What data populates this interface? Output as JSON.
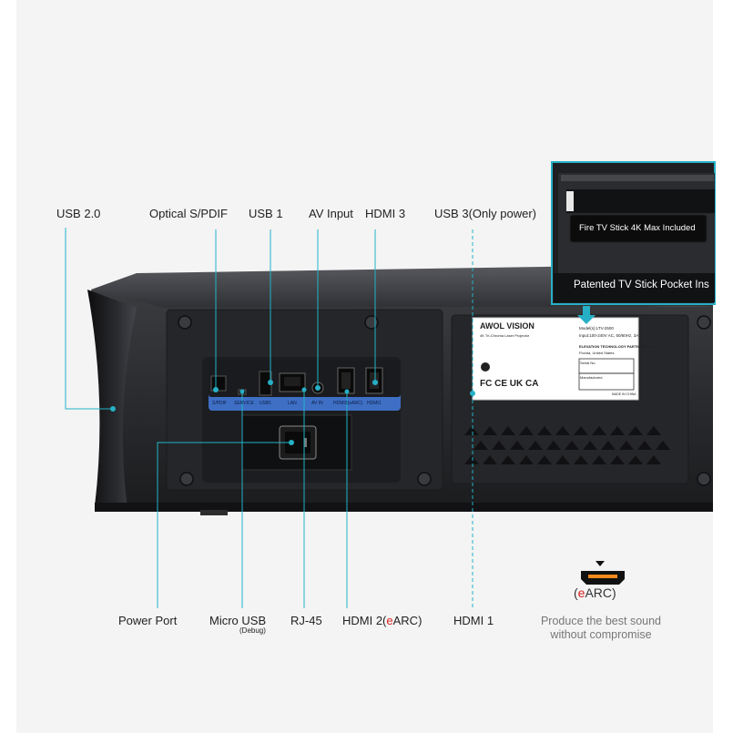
{
  "callouts_top": {
    "usb20": "USB 2.0",
    "optical": "Optical S/PDIF",
    "usb1": "USB 1",
    "av_input": "AV Input",
    "hdmi3": "HDMI 3",
    "usb3": "USB 3(Only power)"
  },
  "callouts_bottom": {
    "power_port": "Power Port",
    "micro_usb": "Micro USB",
    "micro_usb_sub": "(Debug)",
    "rj45": "RJ-45",
    "hdmi2_prefix": "HDMI 2(",
    "hdmi2_accent": "e",
    "hdmi2_suffix": "ARC)",
    "hdmi1": "HDMI 1"
  },
  "port_labels": [
    "S/PDIF",
    "SERVICE",
    "USB1",
    "LAN",
    "AV IN",
    "HDMI2(eARC)",
    "HDMI1"
  ],
  "earc_badge": {
    "open": "(",
    "accent": "e",
    "rest": "ARC)"
  },
  "tagline": {
    "line1": "Produce the best sound",
    "line2": "without compromise"
  },
  "inset": {
    "fire_tv": "Fire TV Stick 4K Max Included",
    "pocket": "Patented TV Stick Pocket Ins"
  },
  "sticker": {
    "brand": "AWOL VISION",
    "product": "4K Tri-Chroma Laser Projector",
    "model": "Model(s):LTV-2500",
    "input": "Input:100-240V AC, 50/60Hz, 3A",
    "company": "ELEVATION TECHNOLOGY PARTNERS LLC",
    "location": "Florida, United States",
    "serial": "Serial No.",
    "manufactured": "Manufactured",
    "marks": "FC CE UK CA",
    "made_in": "MADE IN CHINA"
  },
  "colors": {
    "callout_line": "#1fb4c8",
    "port_strip": "#3e6fc4",
    "accent_red": "#d81e1e",
    "earc_orange": "#f28a1c",
    "arrow_teal": "#26b0c6",
    "body_dark": "#2c2d30"
  }
}
